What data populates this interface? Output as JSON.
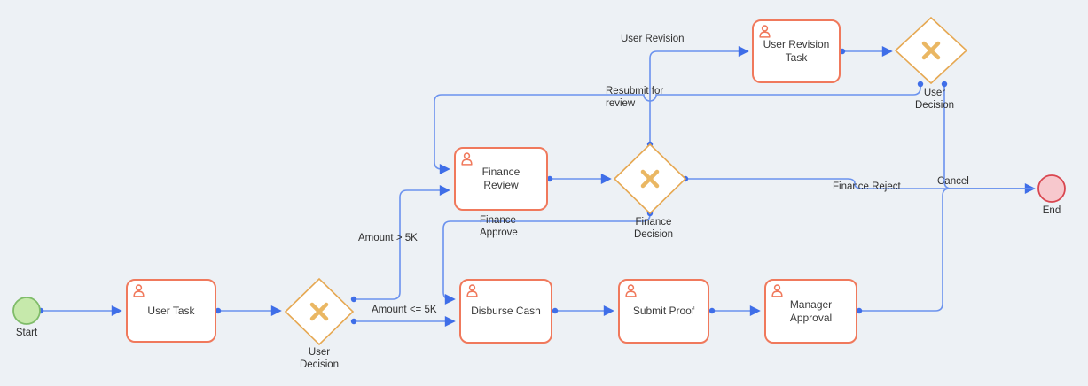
{
  "diagram_type": "bpmn-workflow",
  "colors": {
    "background": "#edf1f5",
    "task_border": "#f0795c",
    "task_fill": "#ffffff",
    "person_icon": "#f0795c",
    "gateway_border": "#e6a852",
    "gateway_x": "#eab763",
    "edge_line": "#6b92ee",
    "edge_marker": "#3f6ee8",
    "start_fill": "#c6e9ab",
    "start_border": "#7fbc69",
    "end_fill": "#f7c8cd",
    "end_border": "#d9464f",
    "label_text": "#2f2f2f"
  },
  "nodes": {
    "start": {
      "type": "start-event",
      "label": "Start"
    },
    "user_task": {
      "type": "user-task",
      "label": "User Task"
    },
    "user_decision": {
      "type": "exclusive-gateway",
      "label": "User Decision"
    },
    "finance_review": {
      "type": "user-task",
      "label": "Finance Review"
    },
    "finance_decision": {
      "type": "exclusive-gateway",
      "label": "Finance Decision"
    },
    "user_revision_task": {
      "type": "user-task",
      "label": "User Revision Task"
    },
    "user_decision_top": {
      "type": "exclusive-gateway",
      "label": "User Decision"
    },
    "disburse_cash": {
      "type": "user-task",
      "label": "Disburse Cash"
    },
    "submit_proof": {
      "type": "user-task",
      "label": "Submit Proof"
    },
    "manager_approval": {
      "type": "user-task",
      "label": "Manager Approval"
    },
    "end": {
      "type": "end-event",
      "label": "End"
    }
  },
  "edges": {
    "start_to_user_task": {
      "from": "start",
      "to": "user_task",
      "label": ""
    },
    "user_task_to_user_decision": {
      "from": "user_task",
      "to": "user_decision",
      "label": ""
    },
    "amount_gt_5k": {
      "from": "user_decision",
      "to": "finance_review",
      "label": "Amount > 5K"
    },
    "amount_lte_5k": {
      "from": "user_decision",
      "to": "disburse_cash",
      "label": "Amount <= 5K"
    },
    "finance_review_to_finance_decision": {
      "from": "finance_review",
      "to": "finance_decision",
      "label": ""
    },
    "user_revision": {
      "from": "finance_decision",
      "to": "user_revision_task",
      "label": "User Revision"
    },
    "finance_approve": {
      "from": "finance_decision",
      "to": "disburse_cash",
      "label": "Finance Approve"
    },
    "finance_reject": {
      "from": "finance_decision",
      "to": "end",
      "label": "Finance Reject"
    },
    "revision_task_to_user_decision_top": {
      "from": "user_revision_task",
      "to": "user_decision_top",
      "label": ""
    },
    "resubmit_for_review": {
      "from": "user_decision_top",
      "to": "finance_review",
      "label": "Resubmit for review"
    },
    "cancel": {
      "from": "user_decision_top",
      "to": "end",
      "label": "Cancel"
    },
    "disburse_to_submit": {
      "from": "disburse_cash",
      "to": "submit_proof",
      "label": ""
    },
    "submit_to_manager": {
      "from": "submit_proof",
      "to": "manager_approval",
      "label": ""
    },
    "manager_to_end": {
      "from": "manager_approval",
      "to": "end",
      "label": ""
    }
  }
}
